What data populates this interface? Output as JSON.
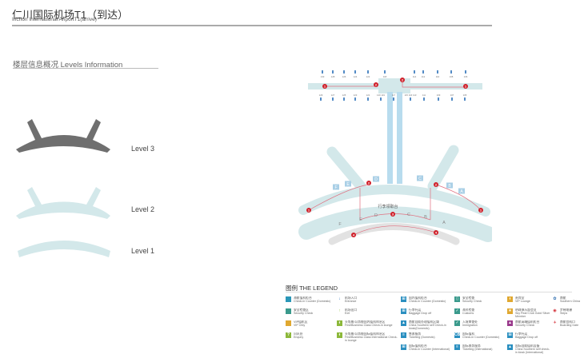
{
  "header": {
    "title": "仁川国际机场T1（到达）",
    "subtitle": "Inchon International AriportT1(arrive)"
  },
  "levels": {
    "heading": "楼层信息概况   Levels Information",
    "items": [
      {
        "label": "Level 3",
        "color": "#6f6f6f"
      },
      {
        "label": "Level 2",
        "color": "#d3e8ea"
      },
      {
        "label": "Level 1",
        "color": "#d3e8ea"
      }
    ]
  },
  "map": {
    "baggage_claim": "行李领取台",
    "terminal_zones": [
      "A",
      "B",
      "C",
      "D",
      "E",
      "F"
    ],
    "pier_zones": [
      "F",
      "E",
      "D",
      "C",
      "B",
      "A"
    ],
    "concourse_top_gates": [
      "130",
      "128",
      "126",
      "124",
      "122",
      "118",
      "114",
      "112",
      "110",
      "108",
      "106"
    ],
    "concourse_bottom_gates": [
      "129",
      "127",
      "125",
      "123",
      "121",
      "120 119",
      "117",
      "115 116 113",
      "111",
      "109",
      "107",
      "105"
    ],
    "markers": [
      "1",
      "2",
      "2",
      "1",
      "2",
      "2",
      "1",
      "1",
      "3",
      "4",
      "4"
    ]
  },
  "legend": {
    "heading": "图例  THE LEGEND",
    "items": [
      {
        "zh": "海航值机柜台",
        "en": "Check-in Counter (Domestic)",
        "color": "#2a97b8",
        "glyph": ""
      },
      {
        "zh": "安全检查区",
        "en": "Security Check",
        "color": "#3a9a8c",
        "glyph": ""
      },
      {
        "zh": "VIP值机区",
        "en": "VIP Only",
        "color": "#e0a830",
        "glyph": ""
      },
      {
        "zh": "问讯处",
        "en": "Enquiry",
        "color": "#8cb83a",
        "glyph": "?"
      },
      {
        "zh": "机场入口",
        "en": "Entrance",
        "color": "#2a6fb8",
        "glyph": "↓"
      },
      {
        "zh": "机场出口",
        "en": "Exit",
        "color": "#8cc43a",
        "glyph": "↑"
      },
      {
        "zh": "头等舱/公务舱国内值机休息区",
        "en": "First/Business Class Check-in lounge",
        "color": "#8cb83a",
        "glyph": "ᵻ"
      },
      {
        "zh": "头等舱/公务舱国际值机休息区",
        "en": "First/Business Class International Check-in lounge",
        "color": "#8cb83a",
        "glyph": "ᵻ"
      },
      {
        "zh": "国内值机柜台",
        "en": "Check-in Counter (Domestic)",
        "color": "#2a8fc0",
        "glyph": "⊞"
      },
      {
        "zh": "行李托运",
        "en": "Baggage Drop off",
        "color": "#2a8fc0",
        "glyph": "⊞"
      },
      {
        "zh": "南航自助办理值机区域",
        "en": "China Southern self Check-in kiosk(Domestic)",
        "color": "#2a8fc0",
        "glyph": "▲"
      },
      {
        "zh": "售票服务",
        "en": "Ticketing (Domestic)",
        "color": "#2a8fc0",
        "glyph": "≡"
      },
      {
        "zh": "国际值机柜台",
        "en": "Check-in Counter (International)",
        "color": "#2a8fc0",
        "glyph": "⊞"
      },
      {
        "zh": "安全检查",
        "en": "Security Check",
        "color": "#3a9a8c",
        "glyph": "▯"
      },
      {
        "zh": "海关检查",
        "en": "Customs",
        "color": "#3a9a8c",
        "glyph": "✓"
      },
      {
        "zh": "入境审查处",
        "en": "Immigration",
        "color": "#3a9a8c",
        "glyph": "✓"
      },
      {
        "zh": "国际值机",
        "en": "Check-in Counter (Domestic)",
        "color": "#2a8fc0",
        "glyph": "CB"
      },
      {
        "zh": "国际票务服务",
        "en": "Ticketing (International)",
        "color": "#2a8fc0",
        "glyph": "≡"
      },
      {
        "zh": "贵宾室",
        "en": "VIP Lounge",
        "color": "#e0a830",
        "glyph": "ᵻ"
      },
      {
        "zh": "明珠俱乐部会员",
        "en": "Sky Pearl Club Gold/ Silver Member",
        "color": "#e0a830",
        "glyph": "★"
      },
      {
        "zh": "南航高端值机柜台",
        "en": "Security Check",
        "color": "#9a3a8c",
        "glyph": "▲"
      },
      {
        "zh": "行李托运",
        "en": "Baggage Drop off",
        "color": "#2a8fc0",
        "glyph": "⊞"
      },
      {
        "zh": "国际自助值机设备",
        "en": "China Southern self check-in kiosk (International)",
        "color": "#2a8fc0",
        "glyph": "▲"
      },
      {
        "zh": "南航",
        "en": "Southern China",
        "color": "#1a5fa8",
        "glyph": "✿"
      },
      {
        "zh": "步梯电梯",
        "en": "Steps",
        "color": "#d0202a",
        "glyph": "◉"
      },
      {
        "zh": "南航登机口",
        "en": "Boarding Gate",
        "color": "#d0202a",
        "glyph": "✈"
      }
    ]
  }
}
